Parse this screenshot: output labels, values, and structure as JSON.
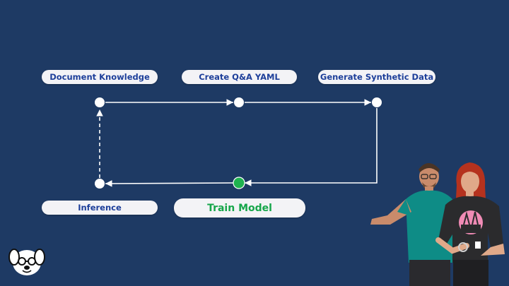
{
  "colors": {
    "background": "#1e3a64",
    "pill_bg": "#f3f3f6",
    "label_text": "#1d3f9a",
    "active_text": "#16a64a",
    "active_node": "#1fb24f",
    "line": "#ffffff"
  },
  "steps": {
    "document_knowledge": "Document Knowledge",
    "create_qa_yaml": "Create Q&A YAML",
    "generate_synthetic_data": "Generate Synthetic Data",
    "train_model": "Train Model",
    "inference": "Inference"
  },
  "active_step": "train_model",
  "icons": {
    "logo": "dog-logo-icon",
    "characters": "two-characters-illustration"
  }
}
